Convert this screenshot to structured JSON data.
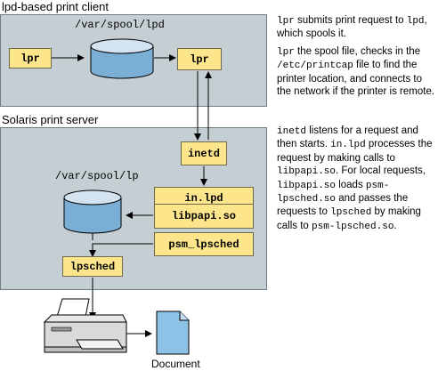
{
  "client": {
    "title": "lpd-based print client",
    "spool_path": "/var/spool/lpd",
    "lpr_left": "lpr",
    "lpr_right": "lpr"
  },
  "server": {
    "title": "Solaris print server",
    "spool_path": "/var/spool/lp",
    "inetd": "inetd",
    "in_lpd": "in.lpd",
    "libpapi": "libpapi.so",
    "psm_lpsched": "psm_lpsched",
    "lpsched": "lpsched"
  },
  "document_label": "Document",
  "descriptions": {
    "p1": [
      {
        "t": "lpr",
        "m": true
      },
      {
        "t": " submits print request to ",
        "m": false
      },
      {
        "t": "lpd",
        "m": true
      },
      {
        "t": ", which spools it.",
        "m": false
      }
    ],
    "p2": [
      {
        "t": "lpr",
        "m": true
      },
      {
        "t": " the spool file, checks in the ",
        "m": false
      },
      {
        "t": "/etc/printcap",
        "m": true
      },
      {
        "t": " file to find the printer location, and connects to the network if the printer is remote.",
        "m": false
      }
    ],
    "p3": [
      {
        "t": "inetd",
        "m": true
      },
      {
        "t": " listens for a request and then starts. ",
        "m": false
      },
      {
        "t": "in.lpd",
        "m": true
      },
      {
        "t": " processes the request by making calls to ",
        "m": false
      },
      {
        "t": "libpapi.so",
        "m": true
      },
      {
        "t": ". For local requests, ",
        "m": false
      },
      {
        "t": "libpapi.so",
        "m": true
      },
      {
        "t": " loads ",
        "m": false
      },
      {
        "t": "psm-lpsched.so",
        "m": true
      },
      {
        "t": " and passes the requests to ",
        "m": false
      },
      {
        "t": "lpsched",
        "m": true
      },
      {
        "t": " by making calls to ",
        "m": false
      },
      {
        "t": "psm-lpsched.so",
        "m": true
      },
      {
        "t": ".",
        "m": false
      }
    ]
  },
  "colors": {
    "panel": "#c5cfd3",
    "box": "#fde58c",
    "cylinder_fill": "#7aaed5",
    "cylinder_top": "#d3e3f0",
    "document": "#8ec1e6"
  },
  "icons": [
    "database-cylinder-icon",
    "printer-icon",
    "document-icon"
  ]
}
